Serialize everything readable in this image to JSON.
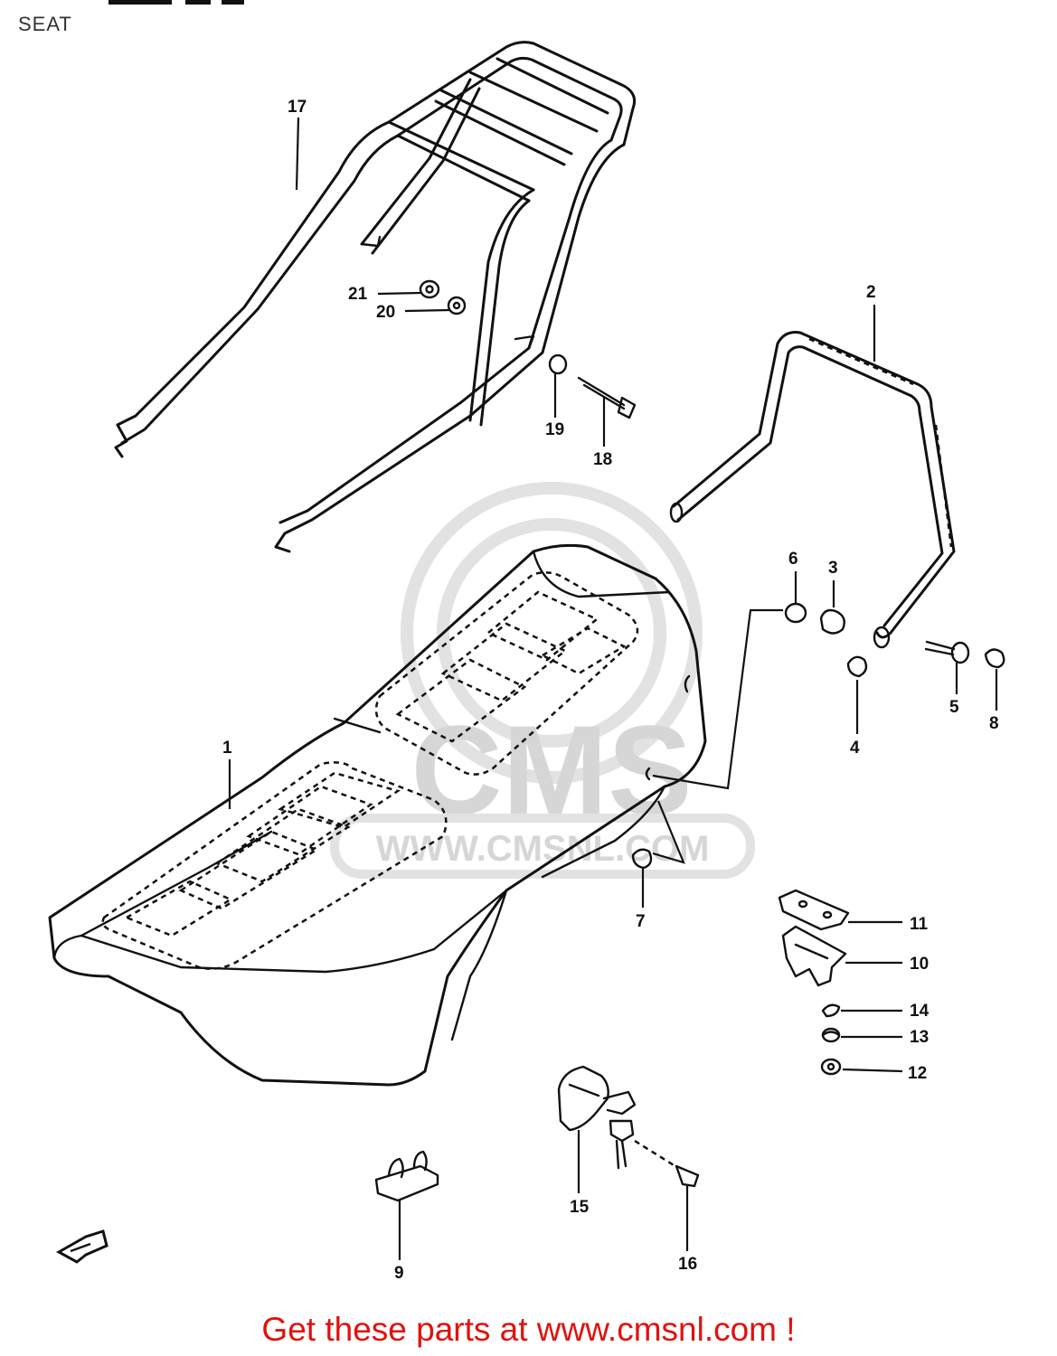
{
  "header": {
    "title": "SEAT"
  },
  "watermark": {
    "brand": "CMS",
    "url": "WWW.CMSNL.COM"
  },
  "parts": {
    "p1": "1",
    "p2": "2",
    "p3": "3",
    "p4": "4",
    "p5": "5",
    "p6": "6",
    "p7": "7",
    "p8": "8",
    "p9": "9",
    "p10": "10",
    "p11": "11",
    "p12": "12",
    "p13": "13",
    "p14": "14",
    "p15": "15",
    "p16": "16",
    "p17": "17",
    "p18": "18",
    "p19": "19",
    "p20": "20",
    "p21": "21"
  },
  "footer": {
    "cta": "Get these parts at www.cmsnl.com !"
  },
  "colors": {
    "cta": "#e0120e",
    "lines": "#111111",
    "watermark": "#d6d6d6"
  }
}
